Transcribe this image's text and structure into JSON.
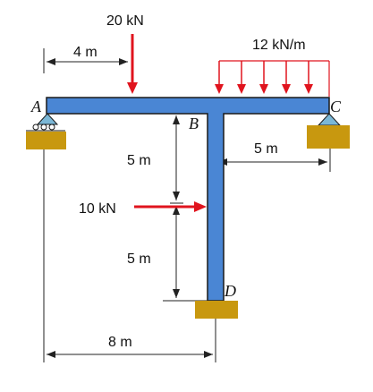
{
  "loads": {
    "point_top": "20 kN",
    "distributed": "12 kN/m",
    "point_side": "10 kN"
  },
  "dimensions": {
    "top_left": "4 m",
    "right": "5 m",
    "col_upper": "5 m",
    "col_lower": "5 m",
    "bottom": "8 m"
  },
  "points": {
    "a": "A",
    "b": "B",
    "c": "C",
    "d": "D"
  },
  "colors": {
    "member_fill": "#4a86d4",
    "member_stroke": "#1a1a1a",
    "load": "#e0141e",
    "support_pin": "#7bb7d6",
    "support_base": "#c8980f"
  }
}
